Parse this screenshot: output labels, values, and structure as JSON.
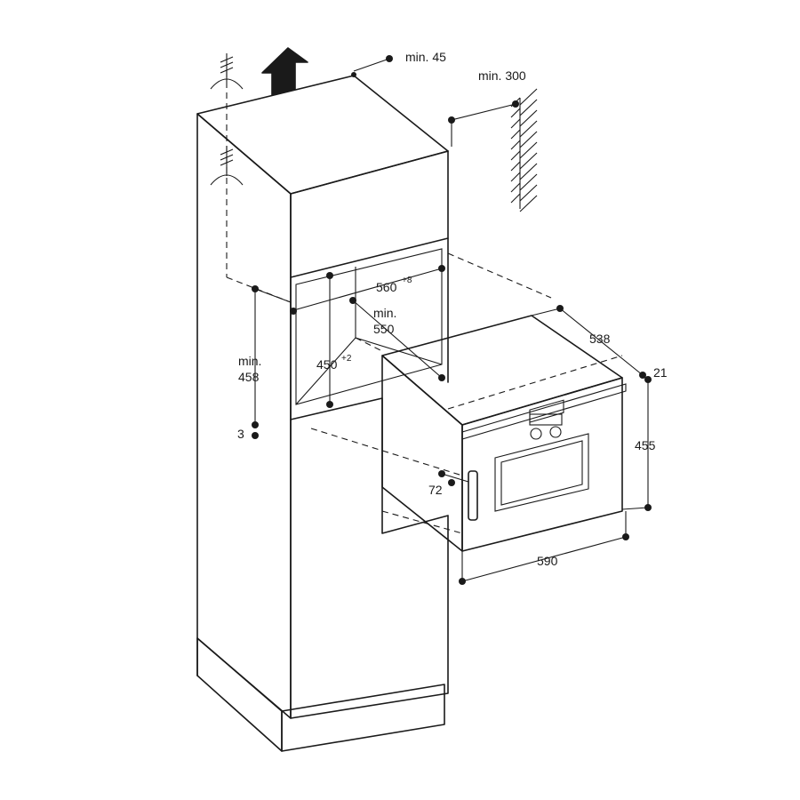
{
  "dimensions": {
    "top_clearance": "min. 45",
    "wall_clearance": "min. 300",
    "niche_width": "560",
    "niche_width_tol": "+8",
    "niche_depth_line1": "min.",
    "niche_depth_line2": "550",
    "niche_height": "450",
    "niche_height_tol": "+2",
    "cabinet_opening_line1": "min.",
    "cabinet_opening_line2": "458",
    "base_gap": "3",
    "appliance_depth": "538",
    "front_offset": "21",
    "appliance_height": "455",
    "handle_depth": "72",
    "appliance_width": "590"
  }
}
